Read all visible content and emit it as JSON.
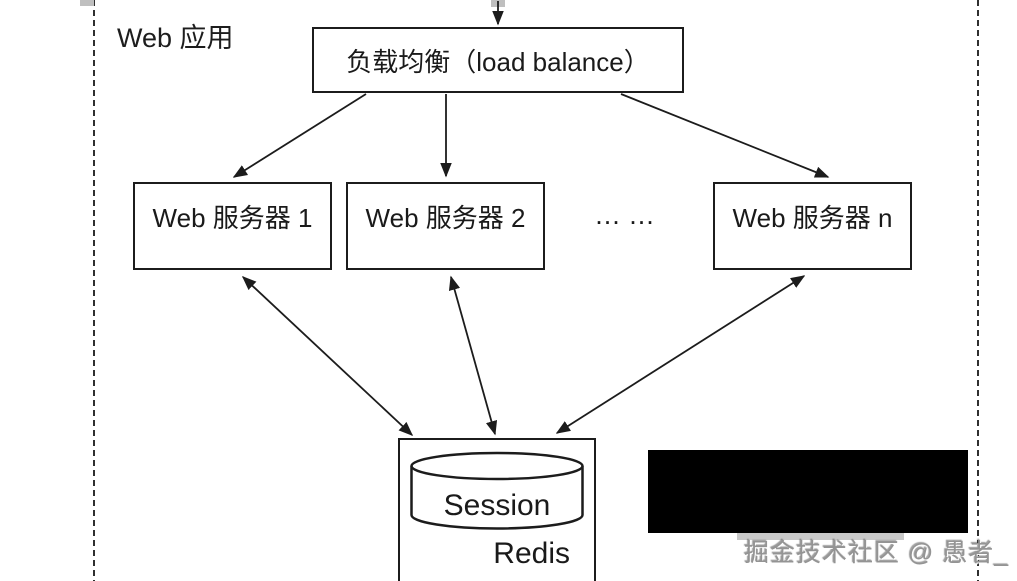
{
  "diagram": {
    "boundary_label": "Web 应用",
    "load_balancer_label": "负载均衡（load balance）",
    "servers": [
      "Web 服务器 1",
      "Web 服务器 2",
      "Web 服务器 n"
    ],
    "ellipsis_label": "... ...",
    "session_store": {
      "cylinder_label": "Session",
      "engine_label": "Redis"
    },
    "watermark_text": "掘金技术社区 @ 愚者_",
    "colors": {
      "line": "#1c1c1c",
      "background": "#ffffff",
      "redaction": "#000000",
      "watermark": "#949494",
      "dashed_border": "#2f2f2f"
    }
  }
}
